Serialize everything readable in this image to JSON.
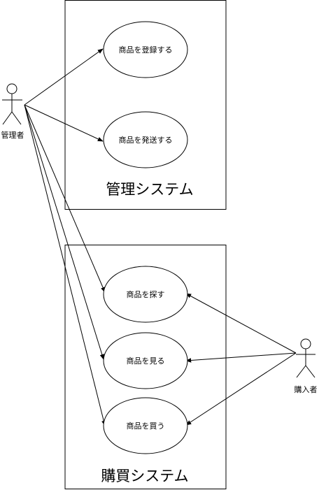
{
  "colors": {
    "stroke": "#000000",
    "background": "#ffffff"
  },
  "systems": {
    "management": {
      "label": "管理システム"
    },
    "purchase": {
      "label": "購買システム"
    }
  },
  "use_cases": {
    "register": "商品を登録する",
    "ship": "商品を発送する",
    "search": "商品を探す",
    "view": "商品を見る",
    "buy": "商品を買う"
  },
  "actors": {
    "admin": "管理者",
    "buyer": "購入者"
  },
  "relations": [
    {
      "from": "admin",
      "to": "register"
    },
    {
      "from": "admin",
      "to": "ship"
    },
    {
      "from": "admin",
      "to": "search"
    },
    {
      "from": "admin",
      "to": "view"
    },
    {
      "from": "admin",
      "to": "buy"
    },
    {
      "from": "buyer",
      "to": "search"
    },
    {
      "from": "buyer",
      "to": "view"
    },
    {
      "from": "buyer",
      "to": "buy"
    }
  ]
}
